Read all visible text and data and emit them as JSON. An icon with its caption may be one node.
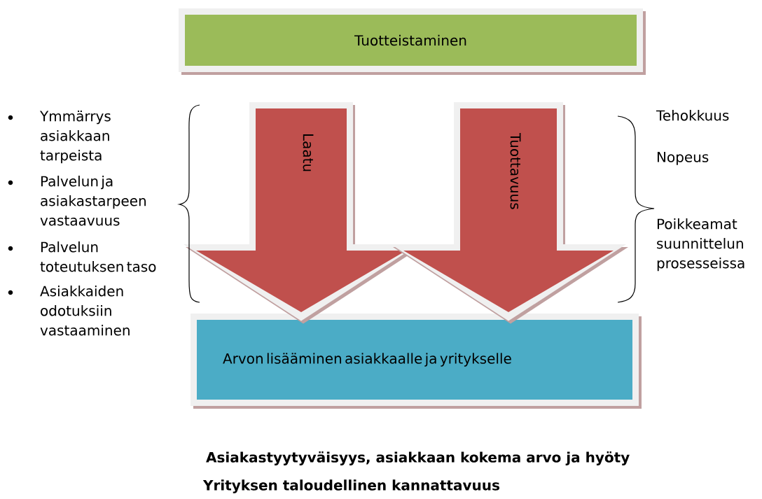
{
  "diagram": {
    "nodes": [
      {
        "text": [
          "Tuotteistaminen"
        ]
      },
      {
        "text": [
          "Arvon lisääminen asiakkaalle ja yritykselle"
        ]
      }
    ],
    "edges": [
      {
        "from": 0,
        "to": 1,
        "arrow": "to",
        "label": "Laatu"
      },
      {
        "from": 0,
        "to": 1,
        "arrow": "to",
        "label": "Tuottavuus"
      }
    ],
    "labels": [
      "Ymmärrys asiakkaan tarpeista",
      "Palvelun ja asiakastarpeen vastaavuus",
      "Palvelun toteutuksen taso",
      "Asiakkaiden odotuksiin vastaaminen",
      "Tehokkuus",
      "Nopeus",
      "Poikkeamat suunnittelun prosesseissa",
      "Asiakastyytyväisyys, asiakkaan kokema arvo ja hyöty",
      "Yrityksen taloudellinen kannattavuus"
    ]
  }
}
